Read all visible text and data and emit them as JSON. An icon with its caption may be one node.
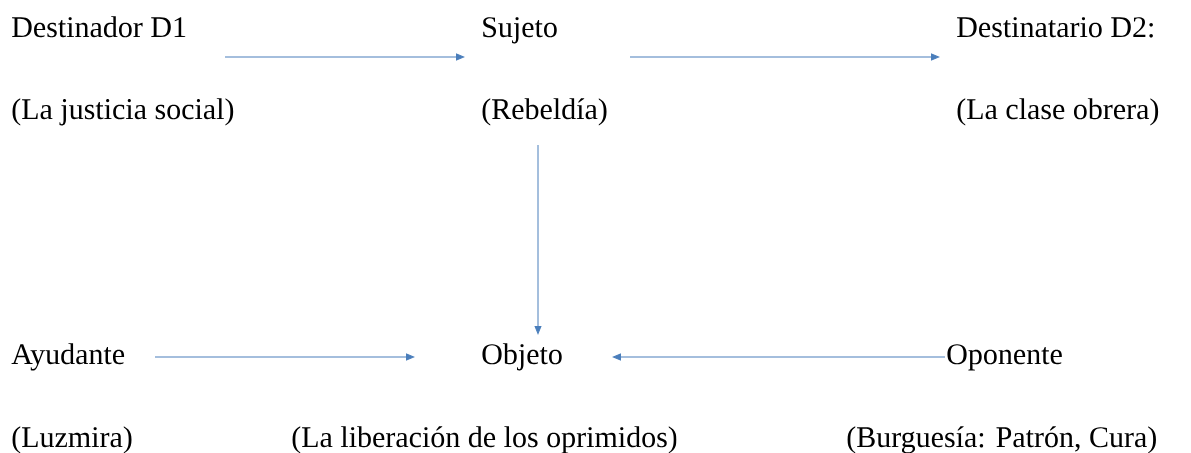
{
  "diagram": {
    "nodes": [
      {
        "text": [
          "Destinador D1",
          "(La justicia social)"
        ]
      },
      {
        "text": [
          "Sujeto",
          "(Rebeldía)"
        ]
      },
      {
        "text": [
          "Destinatario D2:",
          "(La clase obrera)"
        ]
      },
      {
        "text": [
          "Objeto",
          "(La liberación de los oprimidos)"
        ]
      },
      {
        "text": [
          "Ayudante",
          "(Luzmira)"
        ]
      },
      {
        "text": [
          "Oponente",
          "(Burguesía: Patrón, Cura)"
        ]
      }
    ],
    "edges": [
      {
        "from": 0,
        "to": 1,
        "arrow": "to"
      },
      {
        "from": 1,
        "to": 2,
        "arrow": "to"
      },
      {
        "from": 1,
        "to": 3,
        "arrow": "to"
      },
      {
        "from": 4,
        "to": 3,
        "arrow": "to"
      },
      {
        "from": 5,
        "to": 3,
        "arrow": "to"
      }
    ]
  }
}
